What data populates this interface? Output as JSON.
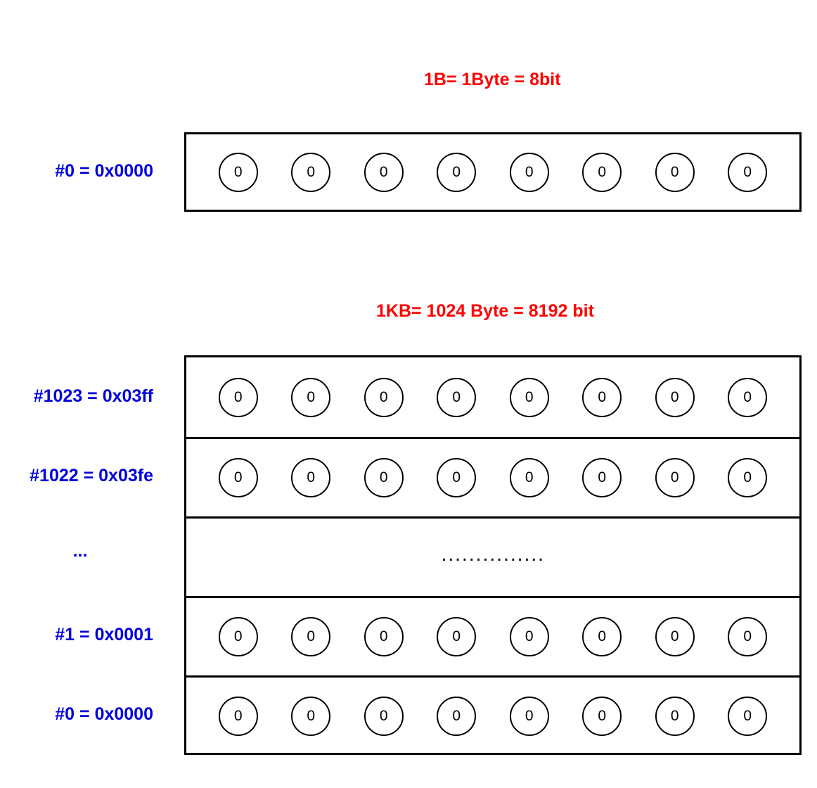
{
  "diagram": {
    "title_byte": "1B= 1Byte = 8bit",
    "title_kb": "1KB= 1024 Byte = 8192 bit",
    "colors": {
      "caption": "#ff0000",
      "label": "#0000dd",
      "outline": "#000000",
      "background": "#ffffff"
    },
    "byte_block": {
      "label": "#0 = 0x0000",
      "bits": [
        "0",
        "0",
        "0",
        "0",
        "0",
        "0",
        "0",
        "0"
      ]
    },
    "kb_block": {
      "rows": [
        {
          "label": "#1023 = 0x03ff",
          "type": "bits",
          "bits": [
            "0",
            "0",
            "0",
            "0",
            "0",
            "0",
            "0",
            "0"
          ]
        },
        {
          "label": "#1022 = 0x03fe",
          "type": "bits",
          "bits": [
            "0",
            "0",
            "0",
            "0",
            "0",
            "0",
            "0",
            "0"
          ]
        },
        {
          "label": "...",
          "type": "ellipsis",
          "dots": "...............",
          "bits": []
        },
        {
          "label": "#1 = 0x0001",
          "type": "bits",
          "bits": [
            "0",
            "0",
            "0",
            "0",
            "0",
            "0",
            "0",
            "0"
          ]
        },
        {
          "label": "#0 = 0x0000",
          "type": "bits",
          "bits": [
            "0",
            "0",
            "0",
            "0",
            "0",
            "0",
            "0",
            "0"
          ]
        }
      ]
    }
  }
}
